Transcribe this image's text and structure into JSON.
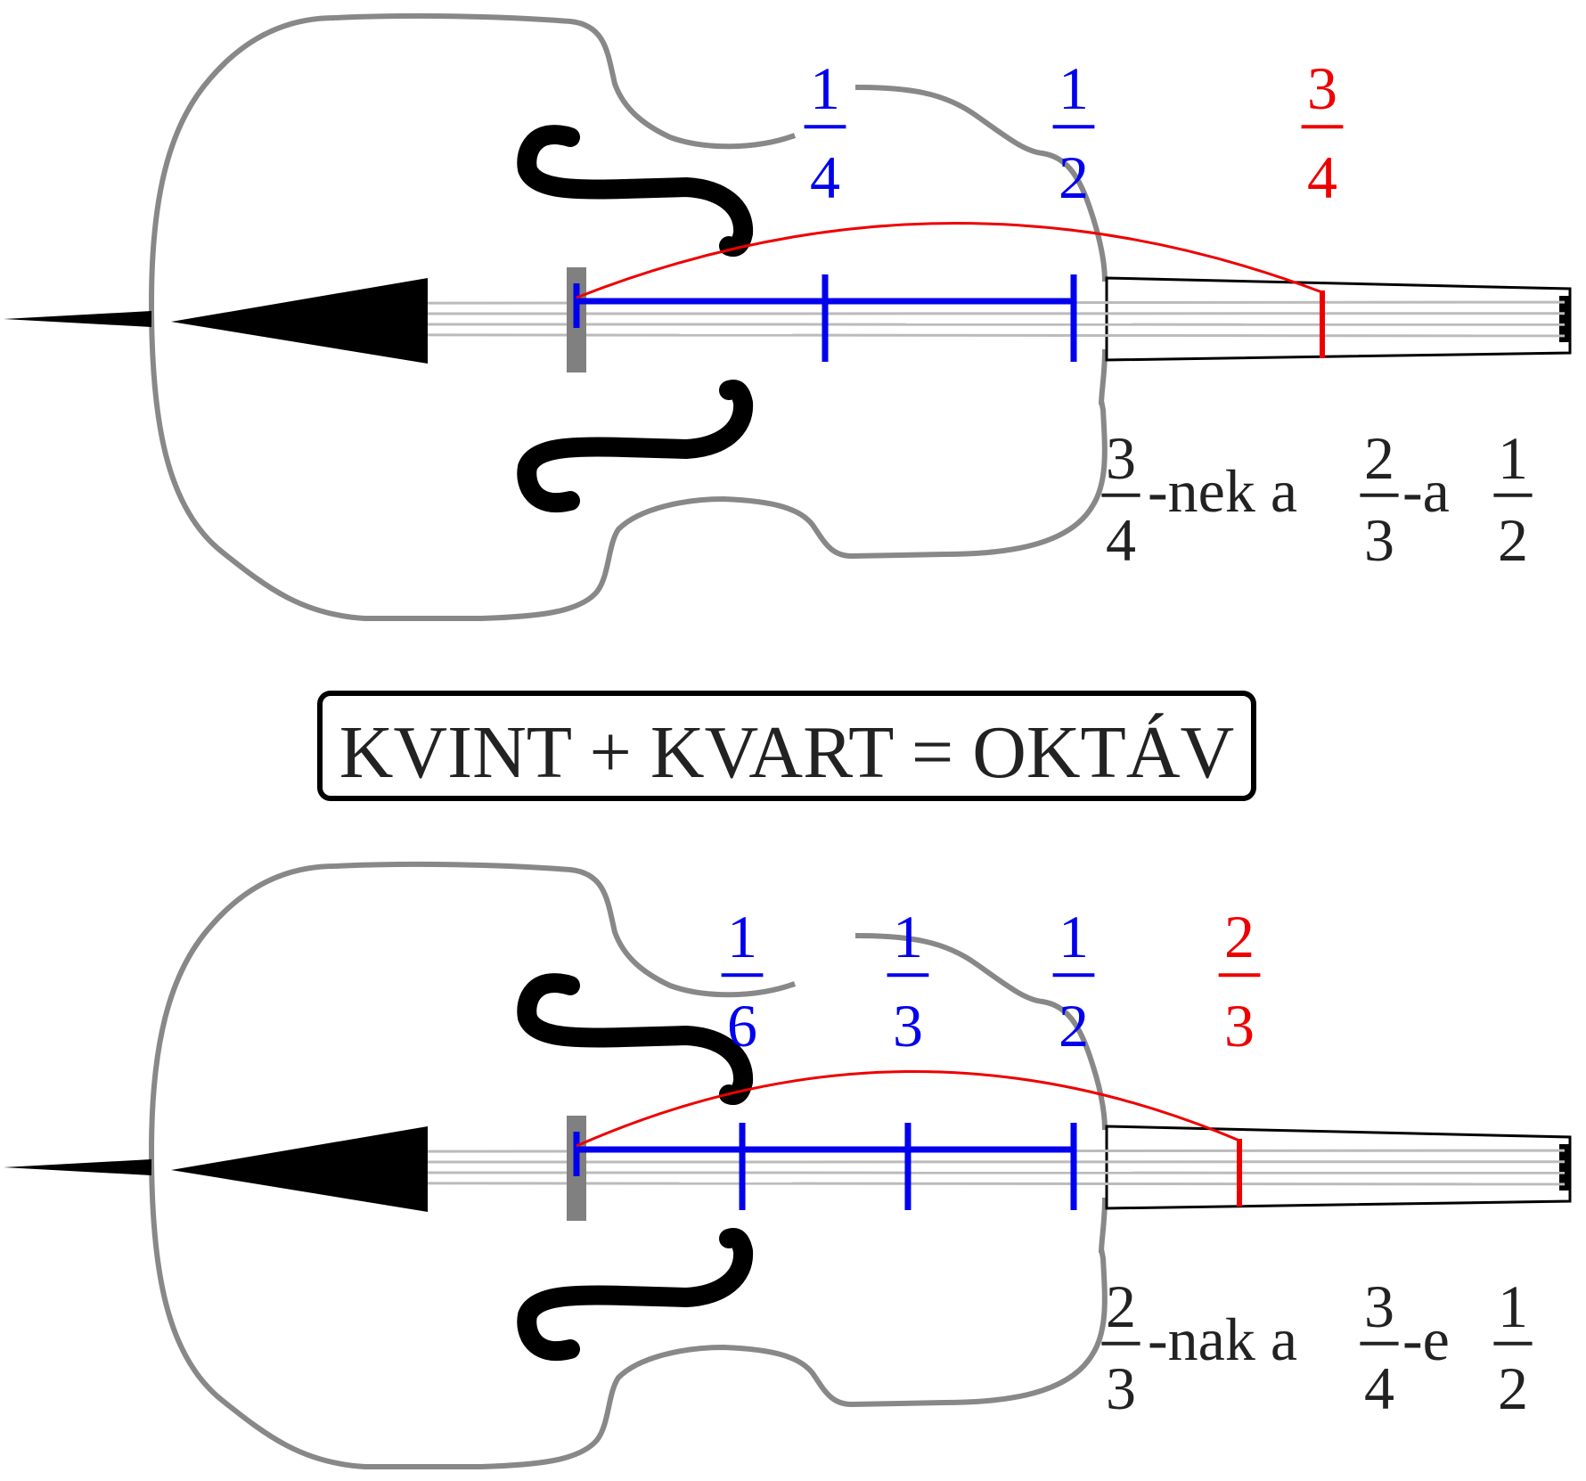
{
  "colors": {
    "body_outline": "#888888",
    "fhole": "#000000",
    "measure": "#0000ee",
    "arc": "#ee0000",
    "text": "#222222"
  },
  "title": "KVINT + KVART = OKTÁV",
  "top": {
    "blue_fractions": [
      {
        "num": "1",
        "den": "4",
        "value": 0.25
      },
      {
        "num": "1",
        "den": "2",
        "value": 0.5
      }
    ],
    "red_fraction": {
      "num": "3",
      "den": "4",
      "value": 0.75
    },
    "equation": {
      "f1": {
        "num": "3",
        "den": "4"
      },
      "t1": "-nek a",
      "f2": {
        "num": "2",
        "den": "3"
      },
      "t2": "-a",
      "f3": {
        "num": "1",
        "den": "2"
      }
    }
  },
  "bottom": {
    "blue_fractions": [
      {
        "num": "1",
        "den": "6",
        "value": 0.1667
      },
      {
        "num": "1",
        "den": "3",
        "value": 0.3333
      },
      {
        "num": "1",
        "den": "2",
        "value": 0.5
      }
    ],
    "red_fraction": {
      "num": "2",
      "den": "3",
      "value": 0.6667
    },
    "equation": {
      "f1": {
        "num": "2",
        "den": "3"
      },
      "t1": "-nak a",
      "f2": {
        "num": "3",
        "den": "4"
      },
      "t2": "-e",
      "f3": {
        "num": "1",
        "den": "2"
      }
    }
  }
}
